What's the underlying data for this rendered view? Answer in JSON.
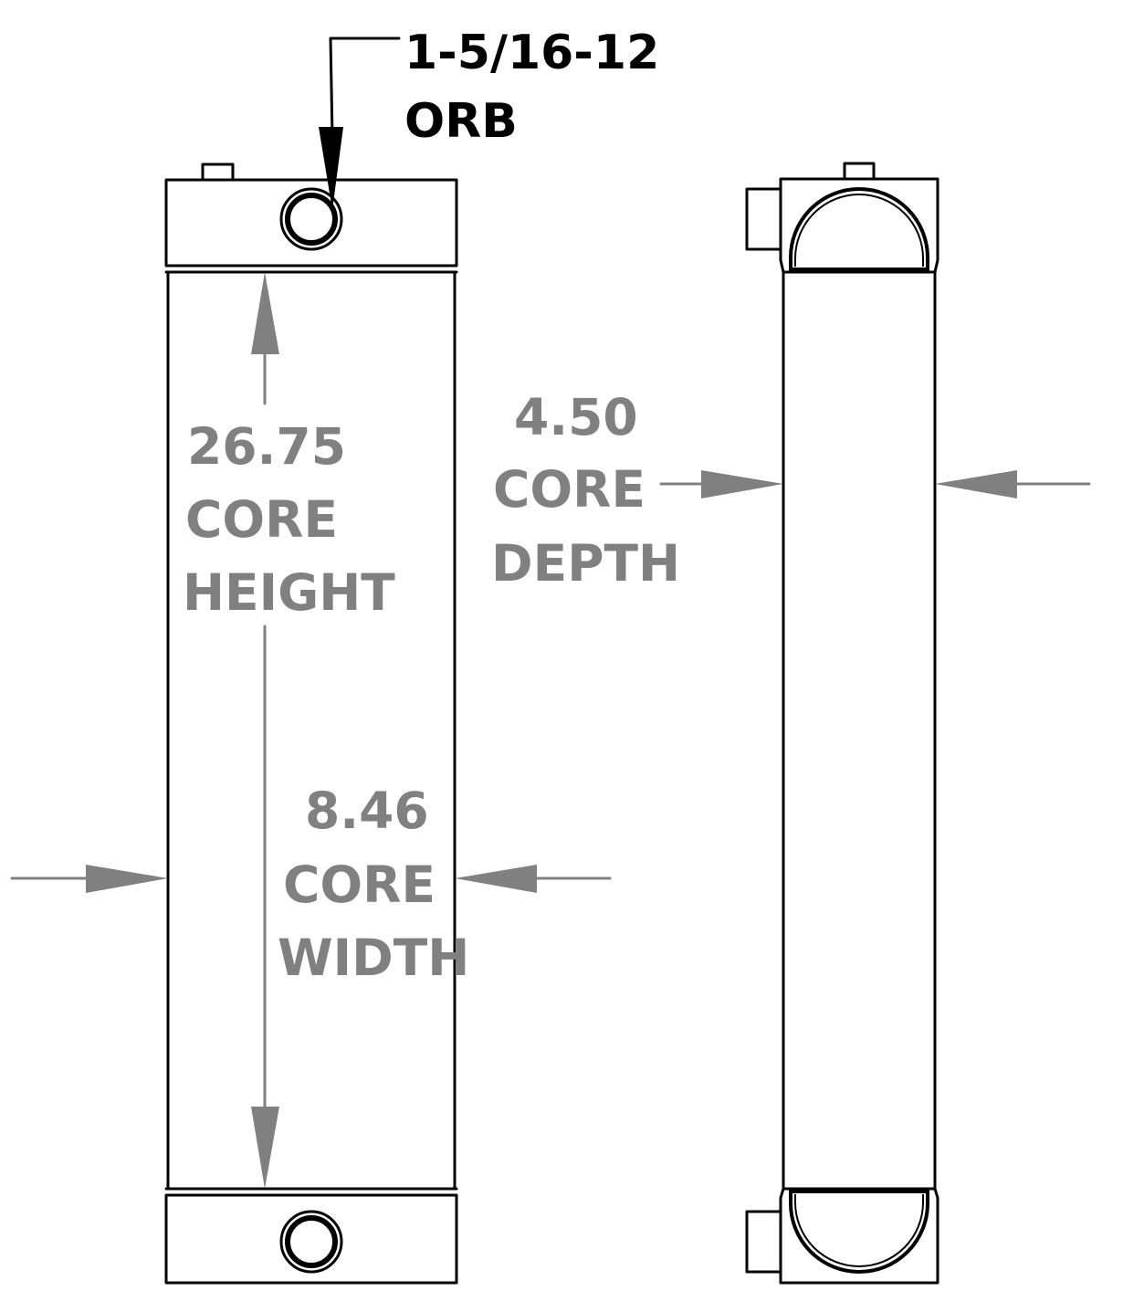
{
  "callout": {
    "line1": "1-5/16-12",
    "line2": "ORB"
  },
  "dimensions": {
    "height": {
      "value": "26.75",
      "line1": "CORE",
      "line2": "HEIGHT"
    },
    "width": {
      "value": "8.46",
      "line1": "CORE",
      "line2": "WIDTH"
    },
    "depth": {
      "value": "4.50",
      "line1": "CORE",
      "line2": "DEPTH"
    }
  },
  "colors": {
    "outline": "#000000",
    "dimension": "#808080",
    "background": "#ffffff"
  }
}
